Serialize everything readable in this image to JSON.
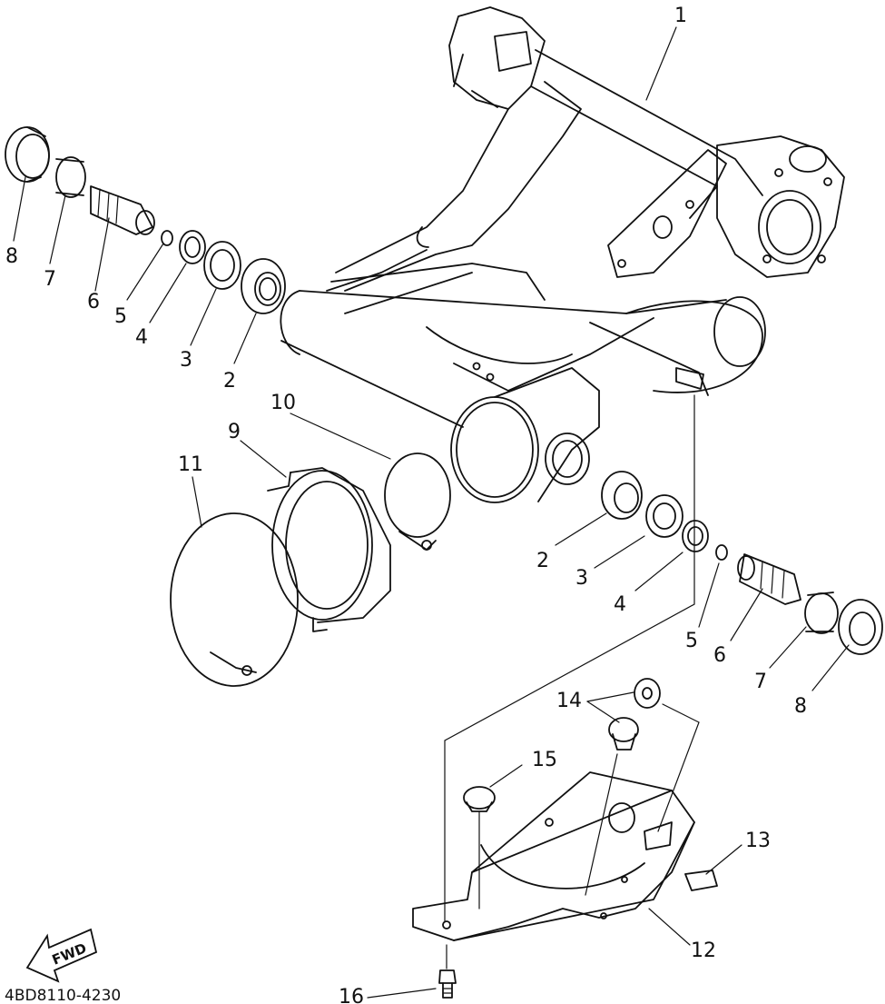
{
  "callouts": {
    "c1": "1",
    "left_8": "8",
    "left_7": "7",
    "left_6": "6",
    "left_5": "5",
    "left_4": "4",
    "left_3": "3",
    "left_2": "2",
    "c10": "10",
    "c9": "9",
    "c11": "11",
    "right_2": "2",
    "right_3": "3",
    "right_4": "4",
    "right_5": "5",
    "right_6": "6",
    "right_7": "7",
    "right_8": "8",
    "c14": "14",
    "c15": "15",
    "c13": "13",
    "c12": "12",
    "c16": "16"
  },
  "fwd_label": "FWD",
  "diagram_code": "4BD8110-4230"
}
